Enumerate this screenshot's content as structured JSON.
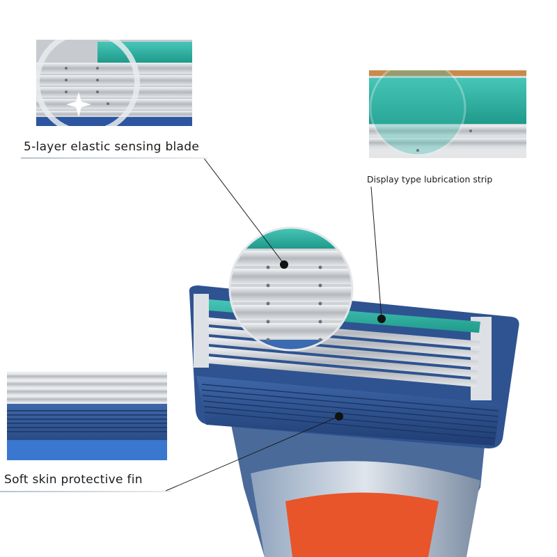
{
  "labels": {
    "blade": "5-layer elastic sensing blade",
    "strip": "Display type lubrication strip",
    "fin": "Soft skin protective fin"
  },
  "colors": {
    "teal": "#2fb3a3",
    "blade_silver": "#c9ccd0",
    "body_navy": "#2c4f8c",
    "handle_orange": "#e8552b"
  }
}
